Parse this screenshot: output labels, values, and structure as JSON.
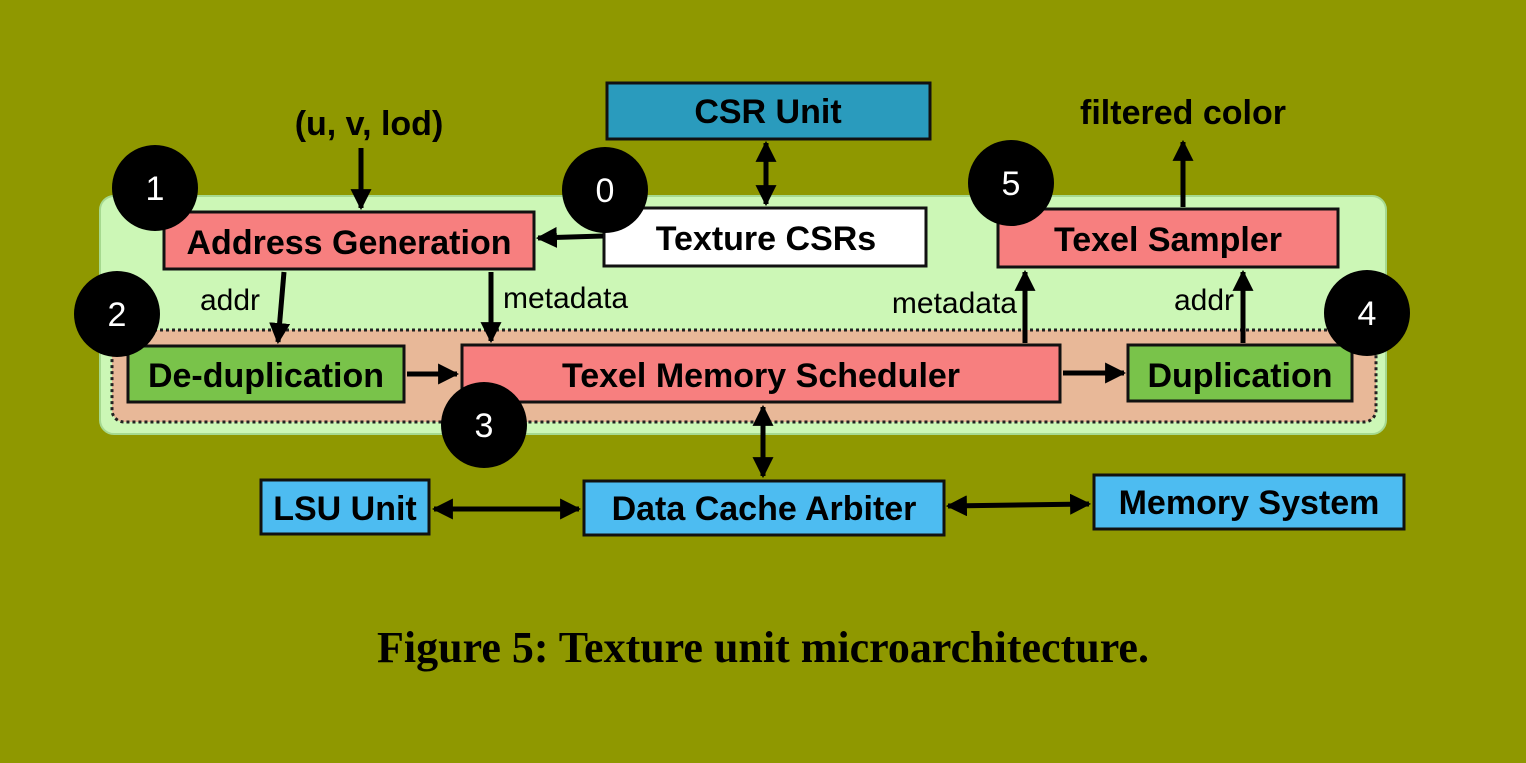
{
  "diagram": {
    "input_label": "(u, v, lod)",
    "output_label": "filtered color",
    "blocks": {
      "csr_unit": "CSR Unit",
      "texture_csrs": "Texture CSRs",
      "address_generation": "Address Generation",
      "texel_sampler": "Texel Sampler",
      "deduplication": "De-duplication",
      "texel_memory_scheduler": "Texel Memory Scheduler",
      "duplication": "Duplication",
      "lsu_unit": "LSU Unit",
      "data_cache_arbiter": "Data Cache Arbiter",
      "memory_system": "Memory System"
    },
    "edge_labels": {
      "addr_left": "addr",
      "metadata_left": "metadata",
      "metadata_right": "metadata",
      "addr_right": "addr"
    },
    "step_badges": [
      "0",
      "1",
      "2",
      "3",
      "4",
      "5"
    ]
  },
  "colors": {
    "background": "#8f9800",
    "outer_region": "#ccf7b6",
    "inner_region": "#e8b898",
    "red_block": "#f77f7f",
    "green_block": "#79c34a",
    "blue_block": "#4dbcf1",
    "csr_unit": "#2a9bbd",
    "badge": "#000000"
  },
  "caption": "Figure 5: Texture unit microarchitecture."
}
